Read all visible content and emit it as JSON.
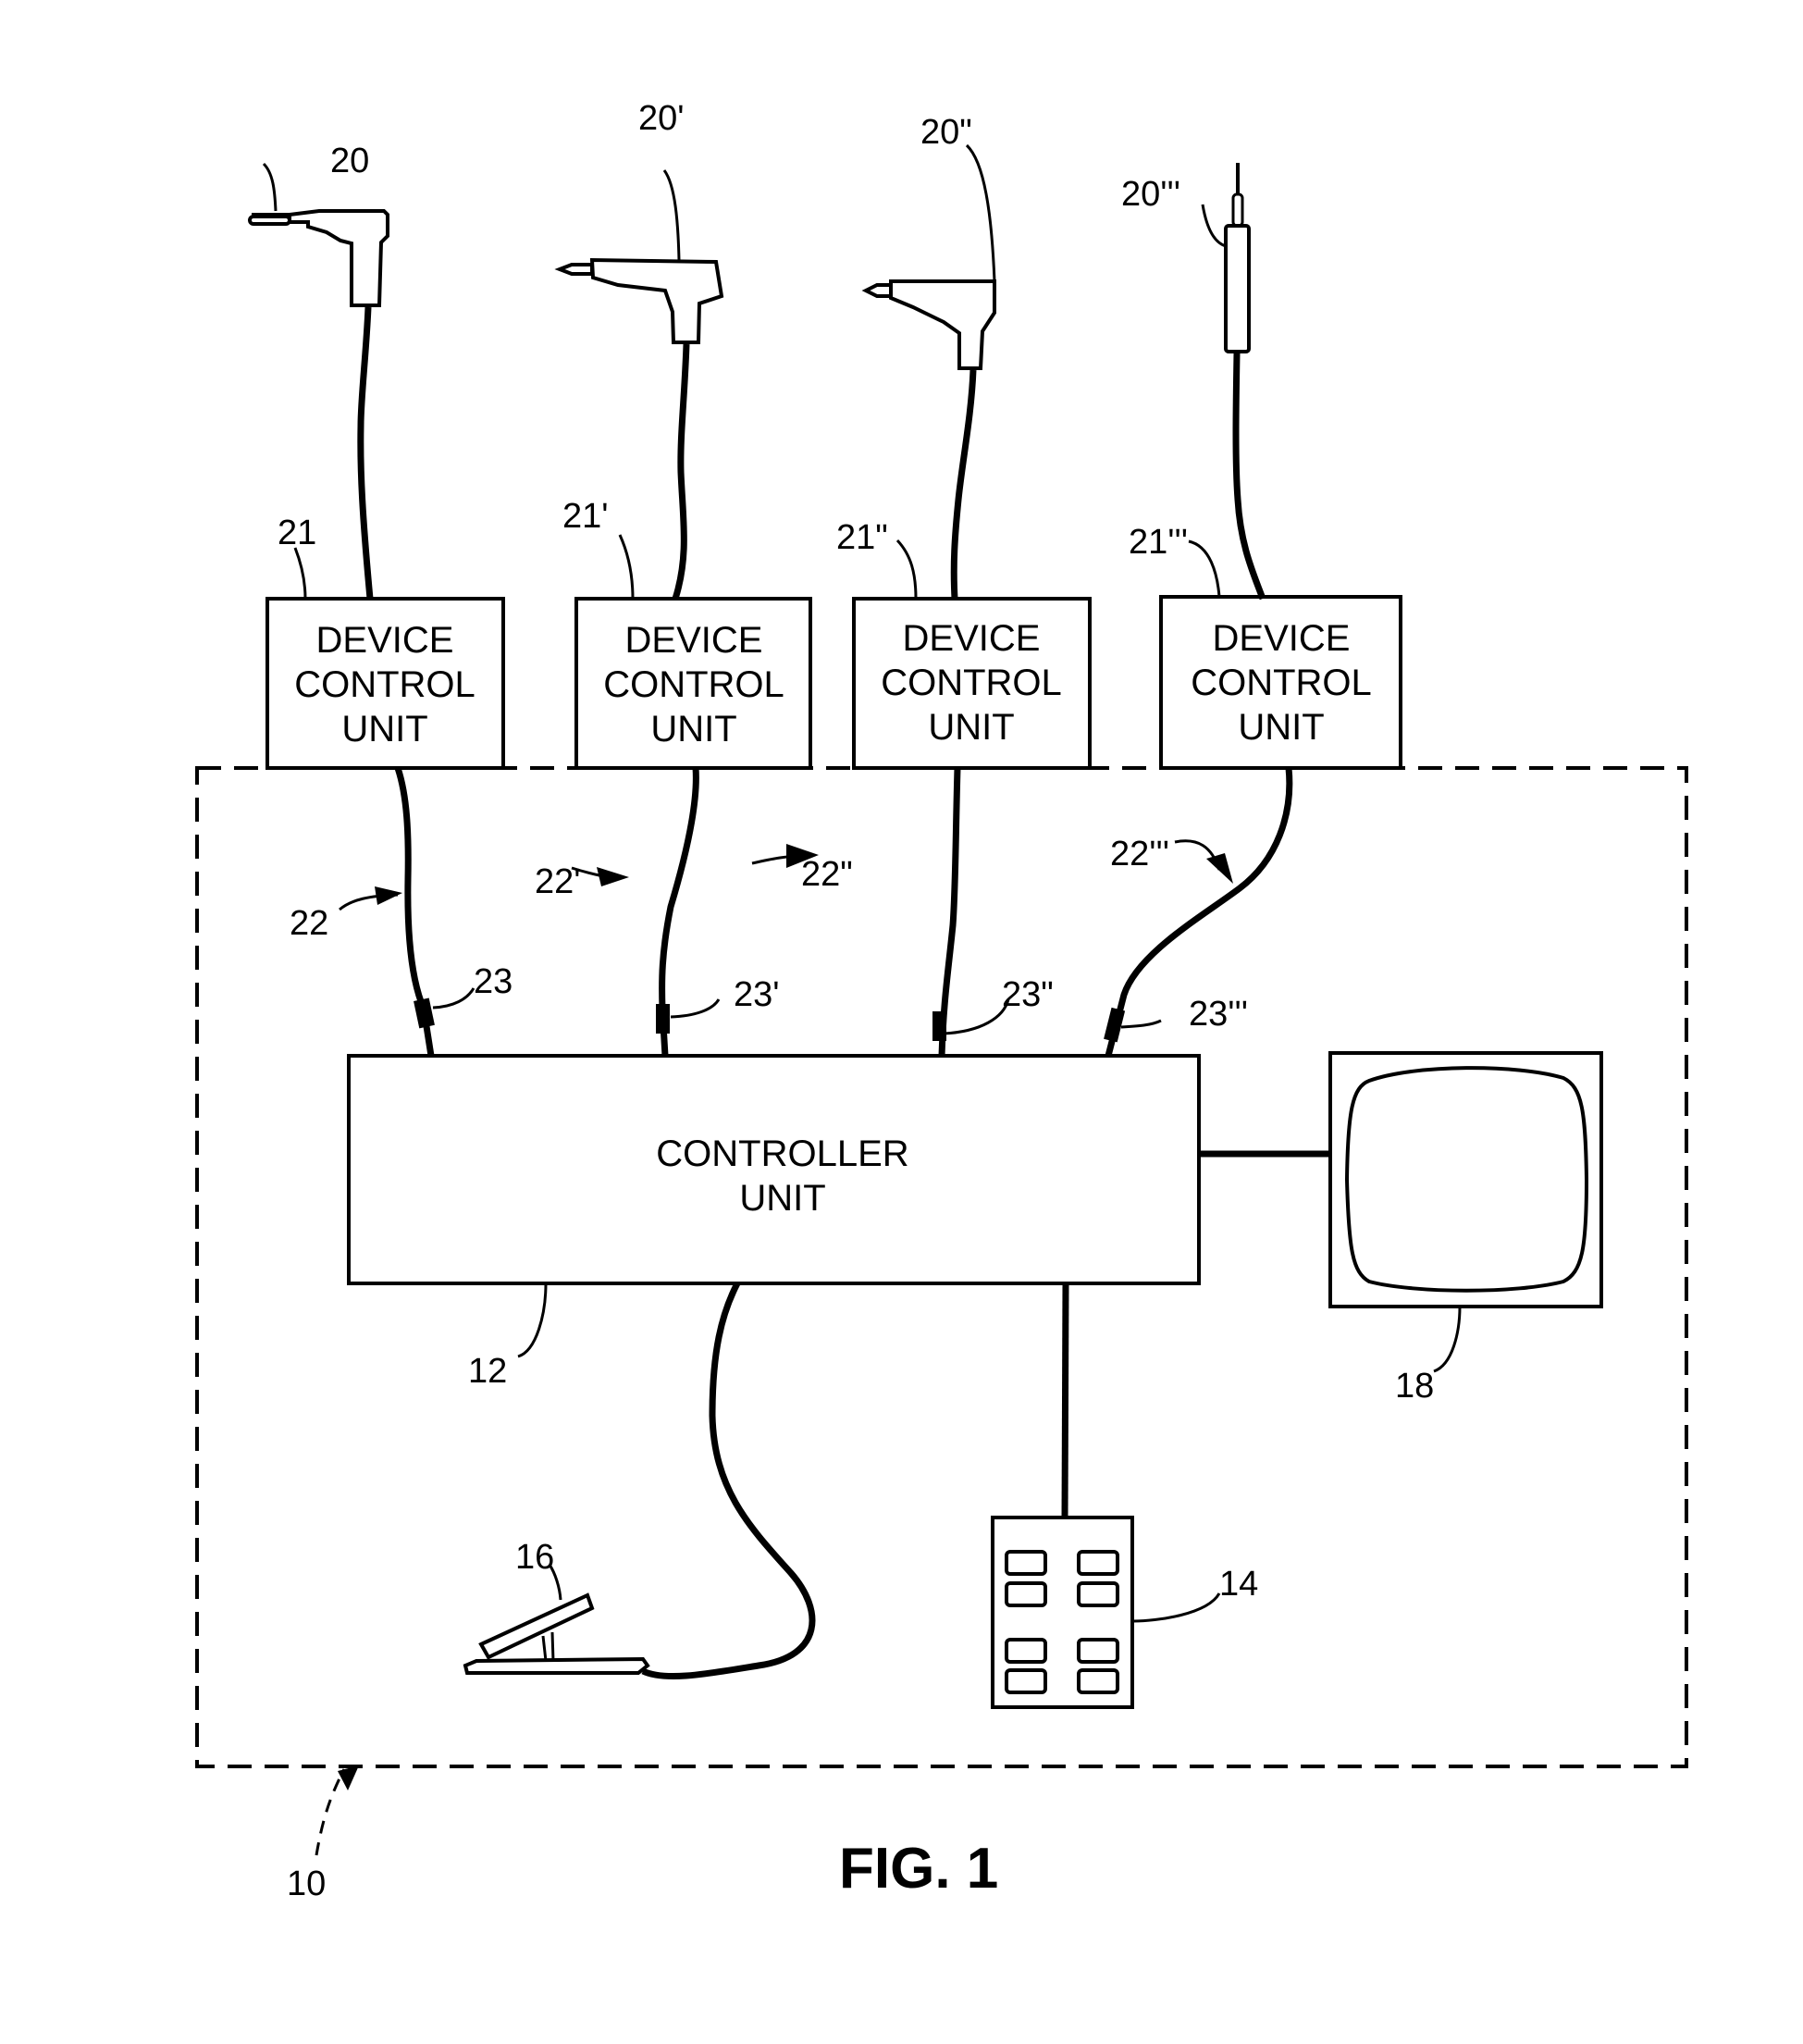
{
  "figure": {
    "caption": "FIG. 1",
    "system_ref": "10"
  },
  "devices": [
    {
      "ref": "20",
      "type": "angled handpiece"
    },
    {
      "ref": "20'",
      "type": "pistol-grip handpiece"
    },
    {
      "ref": "20\"",
      "type": "angled handpiece"
    },
    {
      "ref": "20'''",
      "type": "straight handpiece"
    }
  ],
  "device_control_units": [
    {
      "ref": "21",
      "lines": [
        "DEVICE",
        "CONTROL",
        "UNIT"
      ]
    },
    {
      "ref": "21'",
      "lines": [
        "DEVICE",
        "CONTROL",
        "UNIT"
      ]
    },
    {
      "ref": "21\"",
      "lines": [
        "DEVICE",
        "CONTROL",
        "UNIT"
      ]
    },
    {
      "ref": "21'''",
      "lines": [
        "DEVICE",
        "CONTROL",
        "UNIT"
      ]
    }
  ],
  "cables": [
    {
      "ref": "22",
      "connector_ref": "23"
    },
    {
      "ref": "22'",
      "connector_ref": "23'"
    },
    {
      "ref": "22\"",
      "connector_ref": "23\""
    },
    {
      "ref": "22'''",
      "connector_ref": "23'''"
    }
  ],
  "controller": {
    "ref": "12",
    "lines": [
      "CONTROLLER",
      "UNIT"
    ]
  },
  "monitor": {
    "ref": "18"
  },
  "keypad": {
    "ref": "14",
    "button_count": 8
  },
  "foot_pedal": {
    "ref": "16"
  }
}
